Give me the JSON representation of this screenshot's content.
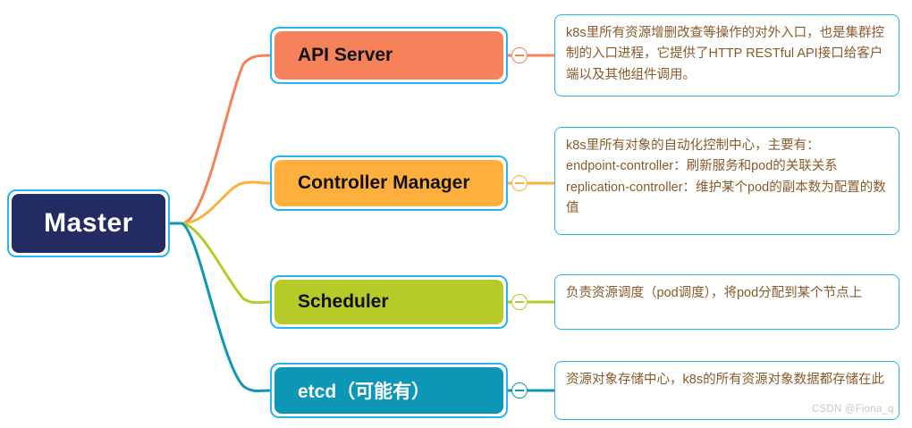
{
  "diagram": {
    "type": "mind-map",
    "root": {
      "label": "Master",
      "fill": "#232B63",
      "text_color": "#ffffff",
      "border": "#2BB3F3"
    },
    "branch_border": "#2BB3F3",
    "desc_border": "#2BB3F3",
    "desc_text_color": "#8A5A2B",
    "branches": [
      {
        "id": "api",
        "label": "API Server",
        "fill": "#F5825A",
        "text_color": "#111111",
        "connector_color": "#F5825A",
        "toggle_icon": "minus-circle-icon",
        "description": "k8s里所有资源增删改查等操作的对外入口，也是集群控制的入口进程，它提供了HTTP RESTful API接口给客户端以及其他组件调用。"
      },
      {
        "id": "ctrl",
        "label": "Controller Manager",
        "fill": "#FFAF3C",
        "text_color": "#111111",
        "connector_color": "#FFAF3C",
        "toggle_icon": "minus-circle-icon",
        "description": "k8s里所有对象的自动化控制中心，主要有：\nendpoint-controller：刷新服务和pod的关联关系\nreplication-controller：维护某个pod的副本数为配置的数值"
      },
      {
        "id": "sched",
        "label": "Scheduler",
        "fill": "#B6CB28",
        "text_color": "#111111",
        "connector_color": "#B6CB28",
        "toggle_icon": "minus-circle-icon",
        "description": "负责资源调度（pod调度），将pod分配到某个节点上"
      },
      {
        "id": "etcd",
        "label": "etcd（可能有）",
        "fill": "#0D97B7",
        "text_color": "#ffffff",
        "connector_color": "#0D97B7",
        "toggle_icon": "minus-circle-icon",
        "description": "资源对象存储中心，k8s的所有资源对象数据都存储在此"
      }
    ]
  },
  "watermark": "CSDN @Fiona_q"
}
